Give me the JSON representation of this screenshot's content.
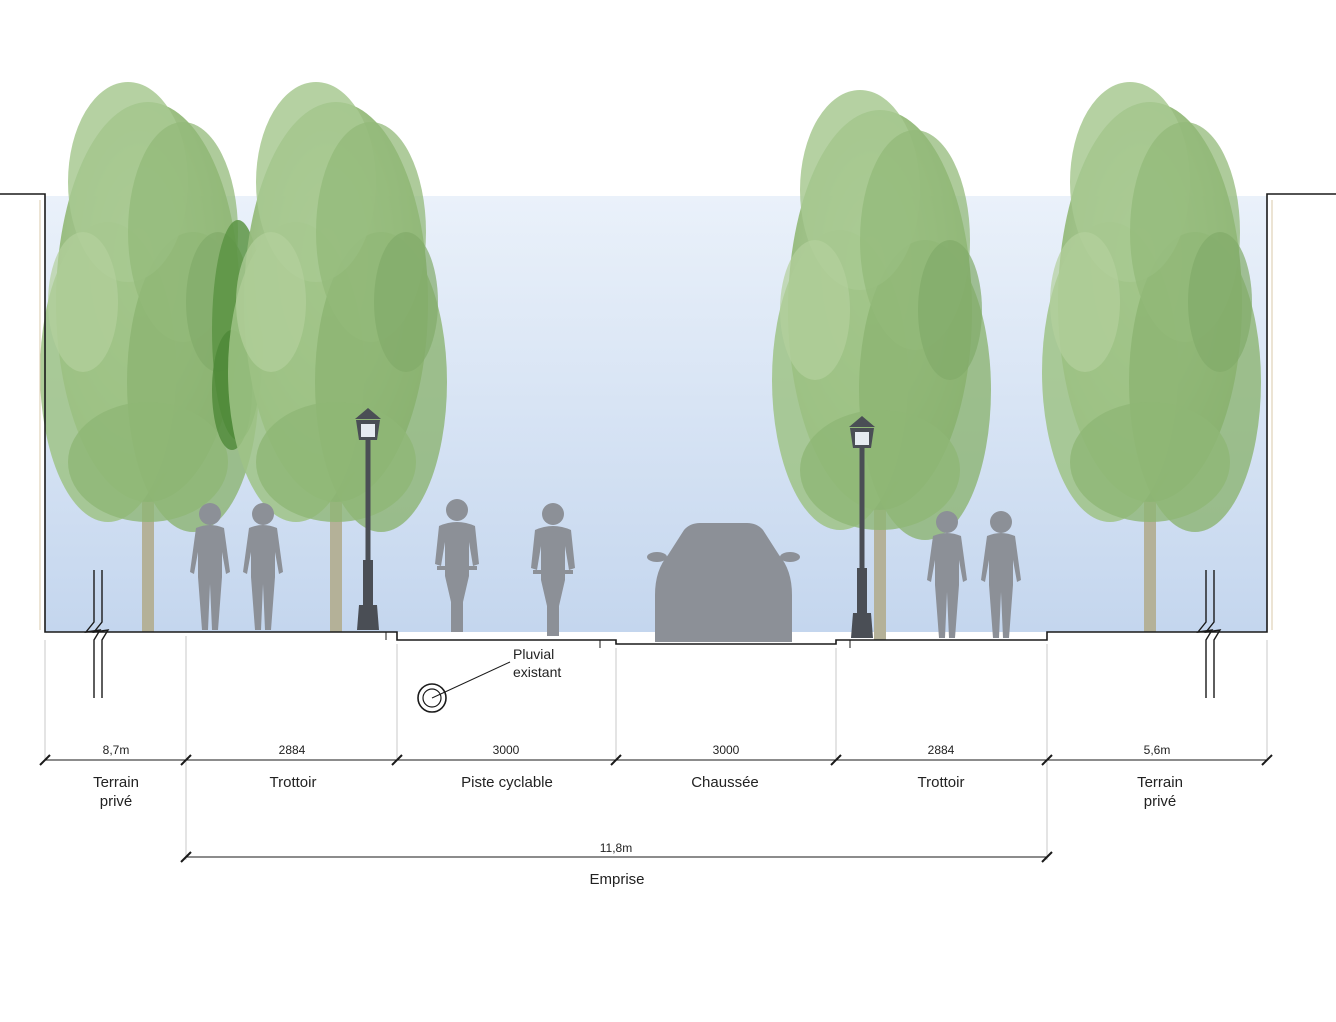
{
  "annotation": {
    "line1": "Pluvial",
    "line2": "existant"
  },
  "dimensions": {
    "terrain_left": "8,7m",
    "trottoir_left": "2884",
    "piste": "3000",
    "chaussee": "3000",
    "trottoir_right": "2884",
    "terrain_right": "5,6m",
    "emprise": "11,8m"
  },
  "zones": {
    "terrain_left": [
      "Terrain",
      "privé"
    ],
    "trottoir_left": "Trottoir",
    "piste": "Piste cyclable",
    "chaussee": "Chaussée",
    "trottoir_right": "Trottoir",
    "terrain_right": [
      "Terrain",
      "privé"
    ],
    "emprise": "Emprise"
  },
  "colors": {
    "sky_top": "#dfe9f6",
    "sky_bottom": "#c9daf0",
    "foliage_light": "#a9c891",
    "foliage_mid": "#8db473",
    "foliage_dark": "#6f9a58",
    "hedge": "#4f8a36",
    "trunk": "#b7b39a",
    "silhouette": "#8c9097",
    "lamp": "#4a4e55",
    "line": "#1a1a1a"
  }
}
